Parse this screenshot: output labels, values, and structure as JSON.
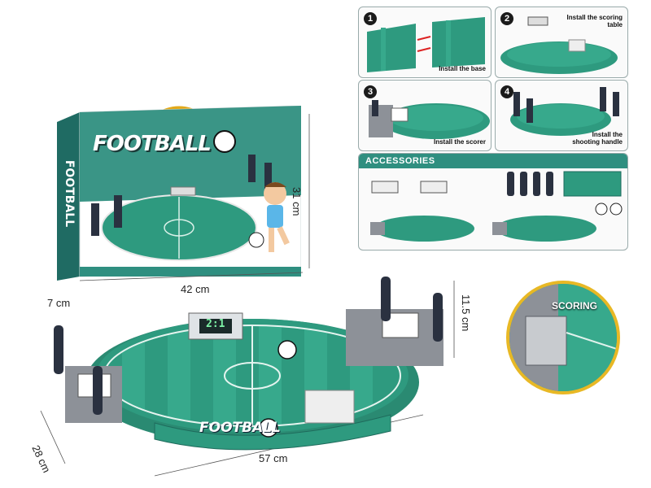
{
  "box": {
    "title": "FOOTBALL",
    "side_text": "FOOTBALL"
  },
  "dimensions": {
    "box_height": "31 cm",
    "box_width": "42 cm",
    "box_depth": "7 cm",
    "table_width": "57 cm",
    "table_depth": "28 cm",
    "table_height": "11.5 cm"
  },
  "steps": [
    {
      "number": "1",
      "caption": "Install the base"
    },
    {
      "number": "2",
      "caption": "Install the scoring table"
    },
    {
      "number": "3",
      "caption": "Install the scorer"
    },
    {
      "number": "4",
      "caption": "Install the shooting handle"
    }
  ],
  "accessories": {
    "title": "ACCESSORIES"
  },
  "scoring_callout": {
    "label": "SCORING"
  },
  "table": {
    "logo": "FOOTBALL",
    "scoreboard": "2:1"
  },
  "colors": {
    "field_green": "#2e9a7f",
    "field_stripe": "#37a98c",
    "rail_grey": "#8d9198",
    "handle_navy": "#2a3140"
  }
}
